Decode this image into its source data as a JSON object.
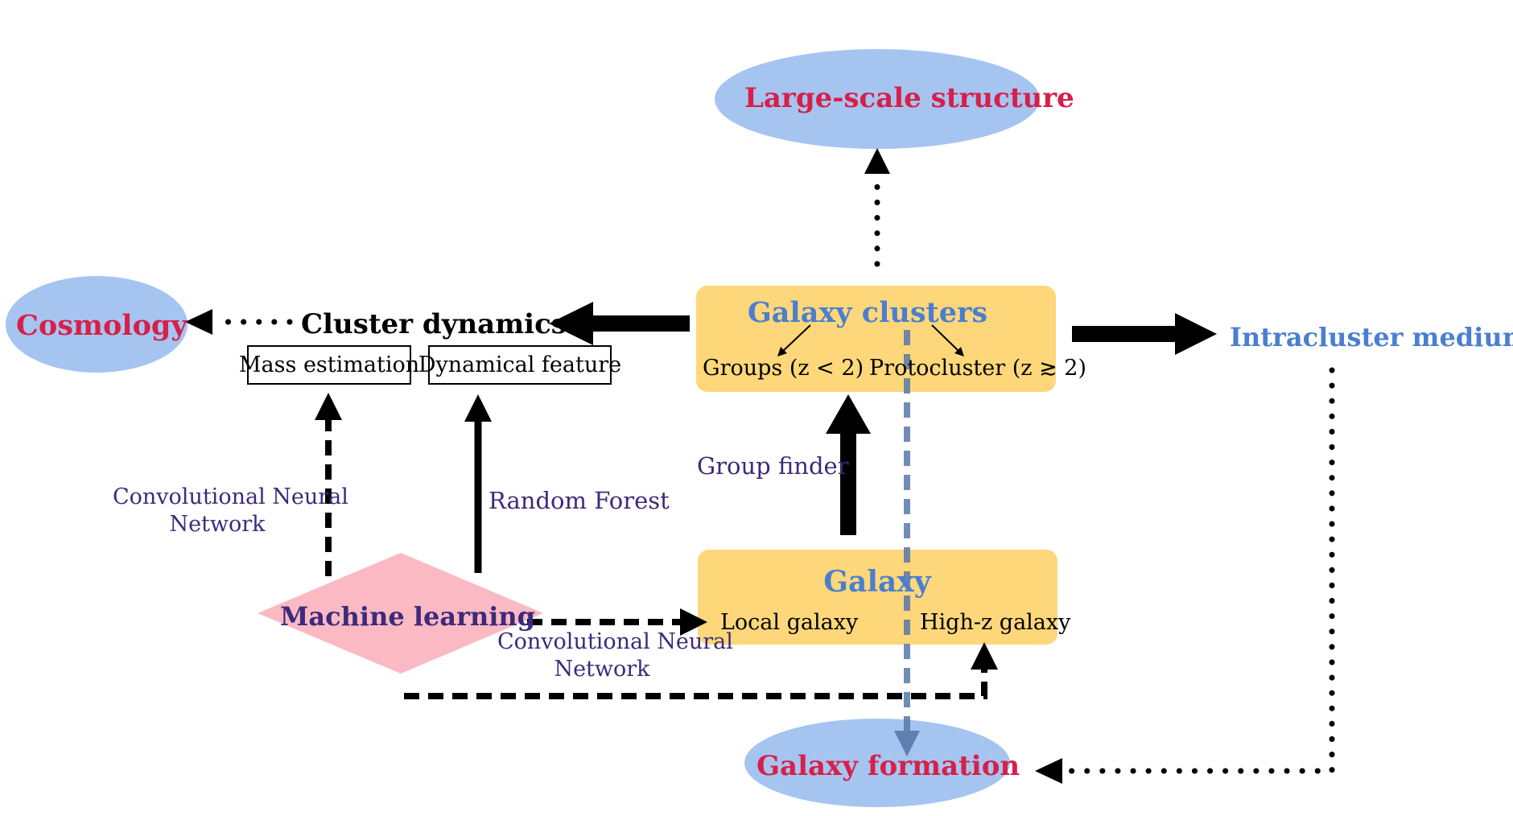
{
  "nodes": {
    "large_scale_structure": "Large-scale structure",
    "cosmology": "Cosmology",
    "cluster_dynamics": "Cluster dynamics",
    "mass_estimation": "Mass estimation",
    "dynamical_feature": "Dynamical feature",
    "galaxy_clusters": "Galaxy clusters",
    "groups": "Groups (z < 2)",
    "protocluster": "Protocluster (z ≳ 2)",
    "intracluster_medium": "Intracluster medium",
    "galaxy": "Galaxy",
    "local_galaxy": "Local galaxy",
    "high_z_galaxy": "High-z galaxy",
    "machine_learning": "Machine learning",
    "galaxy_formation": "Galaxy formation"
  },
  "edges": {
    "cnn_left_line1": "Convolutional Neural",
    "cnn_left_line2": "Network",
    "random_forest": "Random Forest",
    "group_finder": "Group finder",
    "cnn_bottom_line1": "Convolutional Neural",
    "cnn_bottom_line2": "Network"
  },
  "colors": {
    "ellipse_fill": "#a5c5f0",
    "box_fill": "#fdd77a",
    "diamond_fill": "#fbb9c4",
    "crimson_text": "#d6204a",
    "blue_text": "#4a7fd0",
    "purple_text": "#3d2a7a",
    "overlay_arrow": "#5878a8"
  }
}
